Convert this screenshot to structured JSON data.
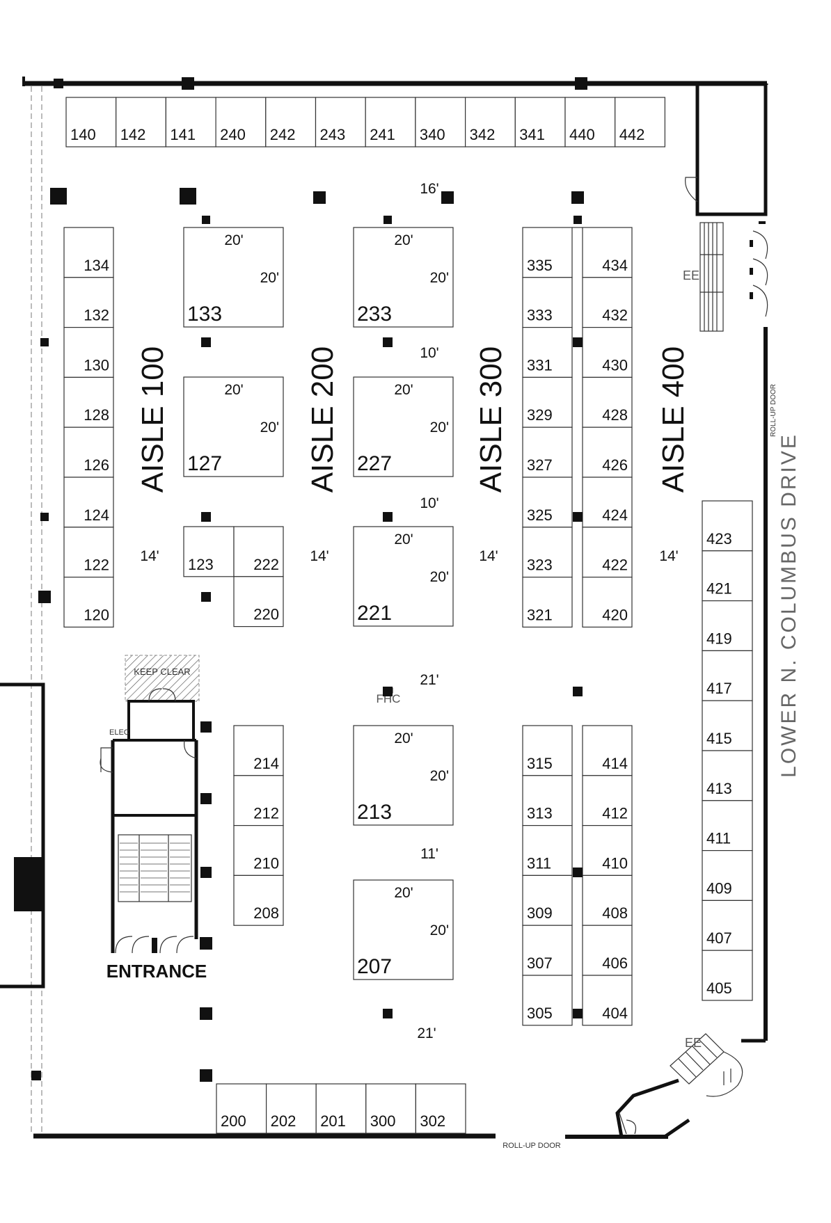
{
  "aisles": [
    "AISLE 100",
    "AISLE 200",
    "AISLE 300",
    "AISLE 400"
  ],
  "booths": {
    "top_row": [
      "140",
      "142",
      "141",
      "240",
      "242",
      "243",
      "241",
      "340",
      "342",
      "341",
      "440",
      "442"
    ],
    "left_col": [
      "134",
      "132",
      "130",
      "128",
      "126",
      "124",
      "122",
      "120"
    ],
    "large": [
      {
        "label": "133",
        "w": "20'",
        "d": "20'"
      },
      {
        "label": "233",
        "w": "20'",
        "d": "20'"
      },
      {
        "label": "127",
        "w": "20'",
        "d": "20'"
      },
      {
        "label": "227",
        "w": "20'",
        "d": "20'"
      },
      {
        "label": "221",
        "w": "20'",
        "d": "20'"
      },
      {
        "label": "213",
        "w": "20'",
        "d": "20'"
      },
      {
        "label": "207",
        "w": "20'",
        "d": "20'"
      }
    ],
    "small_mid": [
      "123",
      "222",
      "220"
    ],
    "col_300_upper": [
      "335",
      "333",
      "331",
      "329",
      "327",
      "325",
      "323",
      "321"
    ],
    "col_400_upper": [
      "434",
      "432",
      "430",
      "428",
      "426",
      "424",
      "422",
      "420"
    ],
    "col_200_lower": [
      "214",
      "212",
      "210",
      "208"
    ],
    "col_300_lower": [
      "315",
      "313",
      "311",
      "309",
      "307",
      "305"
    ],
    "col_400_lower": [
      "414",
      "412",
      "410",
      "408",
      "406",
      "404"
    ],
    "col_400_right": [
      "423",
      "421",
      "419",
      "417",
      "415",
      "413",
      "411",
      "409",
      "407",
      "405"
    ],
    "bottom_row": [
      "200",
      "202",
      "201",
      "300",
      "302"
    ]
  },
  "dimensions": {
    "top_gap": "16'",
    "gap_upper": "10'",
    "gap_mid": "10'",
    "aisle_width": "14'",
    "cross_aisle": "21'",
    "gap_lower": "11'",
    "bottom_gap": "21'"
  },
  "labels": {
    "entrance": "ENTRANCE",
    "keep_clear": "KEEP CLEAR",
    "elec": "ELEC",
    "fhc": "FHC",
    "ee_top": "EE",
    "ee_bottom": "EE",
    "rollup_right": "ROLL-UP DOOR",
    "rollup_bottom": "ROLL-UP DOOR",
    "street": "LOWER N. COLUMBUS DRIVE"
  },
  "icons": {
    "column": "column-square-icon",
    "door": "door-swing-icon",
    "stairs": "stairs-icon",
    "escalator": "escalator-icon"
  }
}
